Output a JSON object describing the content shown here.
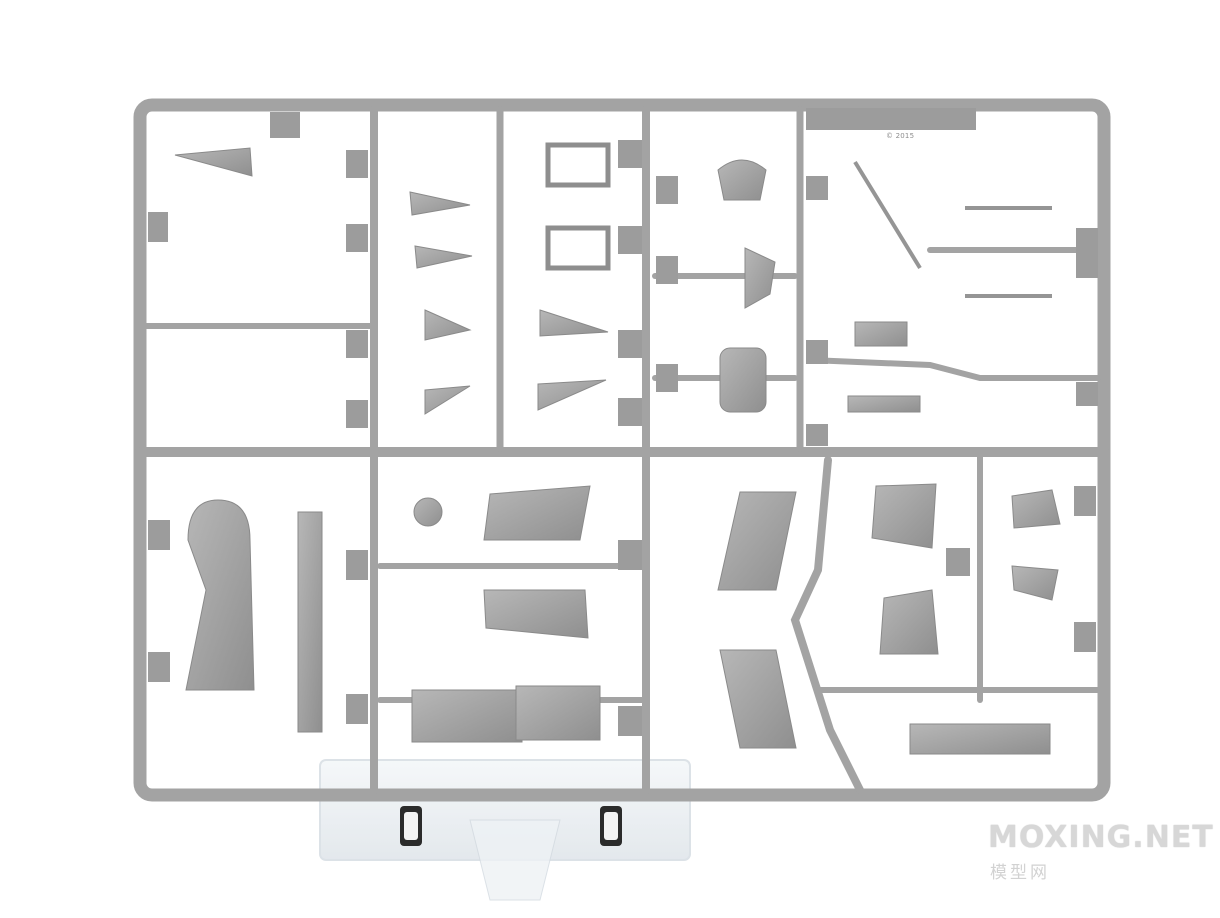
{
  "photo": {
    "subject": "plastic-model-sprue",
    "sprue_color": "#a3a3a3",
    "clear_part_color": "#e9eef1",
    "background_color": "#ffffff"
  },
  "sprue_mark": {
    "copyright_text": "© 2015"
  },
  "watermark": {
    "main_text": "MOXING.NET",
    "sub_text": "模型网",
    "color": "#d5d5d5"
  }
}
